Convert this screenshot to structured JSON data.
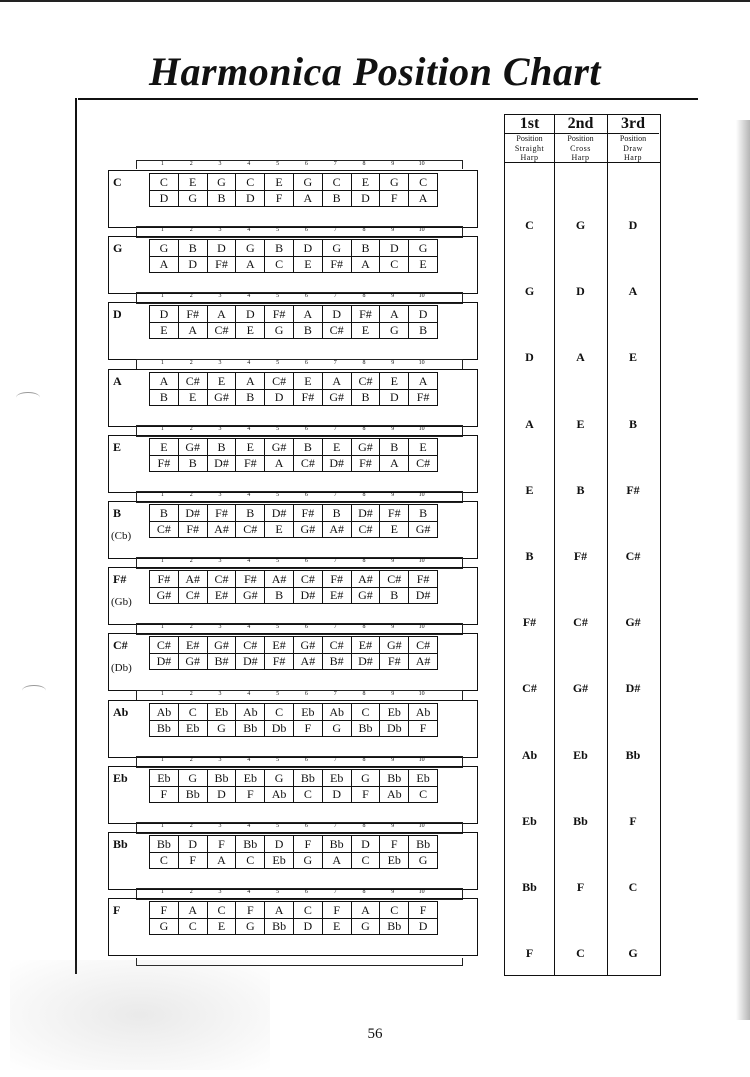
{
  "title": "Harmonica Position Chart",
  "page_number": "56",
  "hole_numbers": [
    "1",
    "2",
    "3",
    "4",
    "5",
    "6",
    "7",
    "8",
    "9",
    "10"
  ],
  "positions_header": [
    {
      "num": "1st",
      "label": "Position",
      "sub1": "Straight",
      "sub2": "Harp"
    },
    {
      "num": "2nd",
      "label": "Position",
      "sub1": "Cross",
      "sub2": "Harp"
    },
    {
      "num": "3rd",
      "label": "Position",
      "sub1": "Draw",
      "sub2": "Harp"
    }
  ],
  "harps": [
    {
      "key": "C",
      "alt": "",
      "blow": [
        "C",
        "E",
        "G",
        "C",
        "E",
        "G",
        "C",
        "E",
        "G",
        "C"
      ],
      "draw": [
        "D",
        "G",
        "B",
        "D",
        "F",
        "A",
        "B",
        "D",
        "F",
        "A"
      ],
      "positions": [
        "C",
        "G",
        "D"
      ]
    },
    {
      "key": "G",
      "alt": "",
      "blow": [
        "G",
        "B",
        "D",
        "G",
        "B",
        "D",
        "G",
        "B",
        "D",
        "G"
      ],
      "draw": [
        "A",
        "D",
        "F#",
        "A",
        "C",
        "E",
        "F#",
        "A",
        "C",
        "E"
      ],
      "positions": [
        "G",
        "D",
        "A"
      ]
    },
    {
      "key": "D",
      "alt": "",
      "blow": [
        "D",
        "F#",
        "A",
        "D",
        "F#",
        "A",
        "D",
        "F#",
        "A",
        "D"
      ],
      "draw": [
        "E",
        "A",
        "C#",
        "E",
        "G",
        "B",
        "C#",
        "E",
        "G",
        "B"
      ],
      "positions": [
        "D",
        "A",
        "E"
      ]
    },
    {
      "key": "A",
      "alt": "",
      "blow": [
        "A",
        "C#",
        "E",
        "A",
        "C#",
        "E",
        "A",
        "C#",
        "E",
        "A"
      ],
      "draw": [
        "B",
        "E",
        "G#",
        "B",
        "D",
        "F#",
        "G#",
        "B",
        "D",
        "F#"
      ],
      "positions": [
        "A",
        "E",
        "B"
      ]
    },
    {
      "key": "E",
      "alt": "",
      "blow": [
        "E",
        "G#",
        "B",
        "E",
        "G#",
        "B",
        "E",
        "G#",
        "B",
        "E"
      ],
      "draw": [
        "F#",
        "B",
        "D#",
        "F#",
        "A",
        "C#",
        "D#",
        "F#",
        "A",
        "C#"
      ],
      "positions": [
        "E",
        "B",
        "F#"
      ]
    },
    {
      "key": "B",
      "alt": "(Cb)",
      "blow": [
        "B",
        "D#",
        "F#",
        "B",
        "D#",
        "F#",
        "B",
        "D#",
        "F#",
        "B"
      ],
      "draw": [
        "C#",
        "F#",
        "A#",
        "C#",
        "E",
        "G#",
        "A#",
        "C#",
        "E",
        "G#"
      ],
      "positions": [
        "B",
        "F#",
        "C#"
      ]
    },
    {
      "key": "F#",
      "alt": "(Gb)",
      "blow": [
        "F#",
        "A#",
        "C#",
        "F#",
        "A#",
        "C#",
        "F#",
        "A#",
        "C#",
        "F#"
      ],
      "draw": [
        "G#",
        "C#",
        "E#",
        "G#",
        "B",
        "D#",
        "E#",
        "G#",
        "B",
        "D#"
      ],
      "positions": [
        "F#",
        "C#",
        "G#"
      ]
    },
    {
      "key": "C#",
      "alt": "(Db)",
      "blow": [
        "C#",
        "E#",
        "G#",
        "C#",
        "E#",
        "G#",
        "C#",
        "E#",
        "G#",
        "C#"
      ],
      "draw": [
        "D#",
        "G#",
        "B#",
        "D#",
        "F#",
        "A#",
        "B#",
        "D#",
        "F#",
        "A#"
      ],
      "positions": [
        "C#",
        "G#",
        "D#"
      ]
    },
    {
      "key": "Ab",
      "alt": "",
      "blow": [
        "Ab",
        "C",
        "Eb",
        "Ab",
        "C",
        "Eb",
        "Ab",
        "C",
        "Eb",
        "Ab"
      ],
      "draw": [
        "Bb",
        "Eb",
        "G",
        "Bb",
        "Db",
        "F",
        "G",
        "Bb",
        "Db",
        "F"
      ],
      "positions": [
        "Ab",
        "Eb",
        "Bb"
      ]
    },
    {
      "key": "Eb",
      "alt": "",
      "blow": [
        "Eb",
        "G",
        "Bb",
        "Eb",
        "G",
        "Bb",
        "Eb",
        "G",
        "Bb",
        "Eb"
      ],
      "draw": [
        "F",
        "Bb",
        "D",
        "F",
        "Ab",
        "C",
        "D",
        "F",
        "Ab",
        "C"
      ],
      "positions": [
        "Eb",
        "Bb",
        "F"
      ]
    },
    {
      "key": "Bb",
      "alt": "",
      "blow": [
        "Bb",
        "D",
        "F",
        "Bb",
        "D",
        "F",
        "Bb",
        "D",
        "F",
        "Bb"
      ],
      "draw": [
        "C",
        "F",
        "A",
        "C",
        "Eb",
        "G",
        "A",
        "C",
        "Eb",
        "G"
      ],
      "positions": [
        "Bb",
        "F",
        "C"
      ]
    },
    {
      "key": "F",
      "alt": "",
      "blow": [
        "F",
        "A",
        "C",
        "F",
        "A",
        "C",
        "F",
        "A",
        "C",
        "F"
      ],
      "draw": [
        "G",
        "C",
        "E",
        "G",
        "Bb",
        "D",
        "E",
        "G",
        "Bb",
        "D"
      ],
      "positions": [
        "F",
        "C",
        "G"
      ]
    }
  ]
}
